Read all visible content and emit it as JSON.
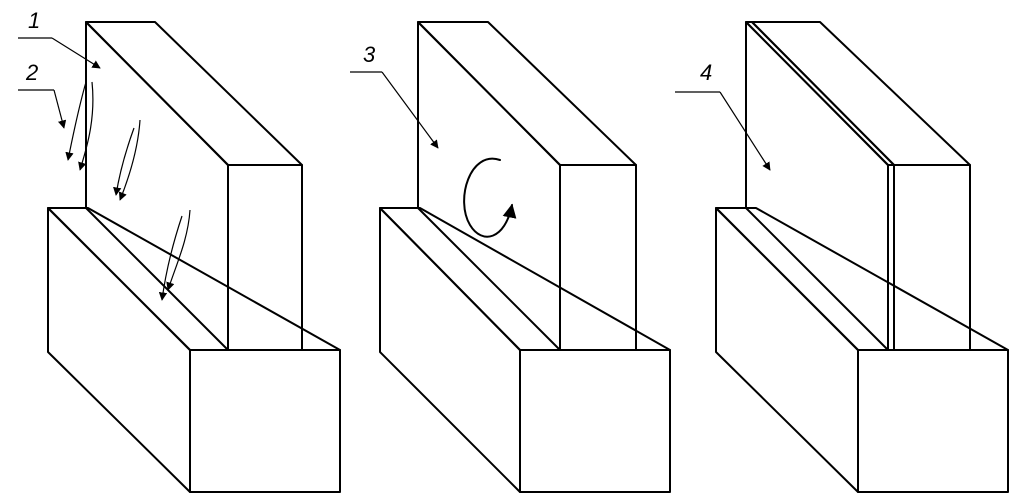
{
  "labels": {
    "l1": "1",
    "l2": "2",
    "l3": "3",
    "l4": "4"
  },
  "colors": {
    "stroke": "#000000",
    "background": "#ffffff",
    "plaster_fill": "#e4e4e4",
    "panel_fill": "#d9d9d9"
  }
}
